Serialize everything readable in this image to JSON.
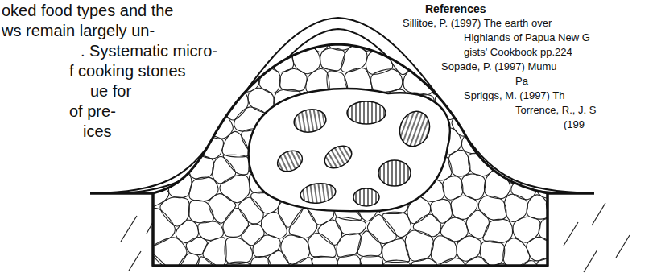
{
  "diagram": {
    "labels": [
      "oked food types and the",
      "ws remain largely un-",
      ". Systematic micro-",
      "f cooking stones",
      "ue for",
      "of pre-",
      "ices",
      "References",
      "Sillitoe, P. (1997) The earth over",
      "Highlands of Papua New G",
      "gists' Cookbook pp.224",
      "Sopade, P. (1997) Mumu",
      "Pa",
      "Spriggs, M. (1997) Th",
      "Torrence, R., J. S",
      "(199"
    ]
  }
}
